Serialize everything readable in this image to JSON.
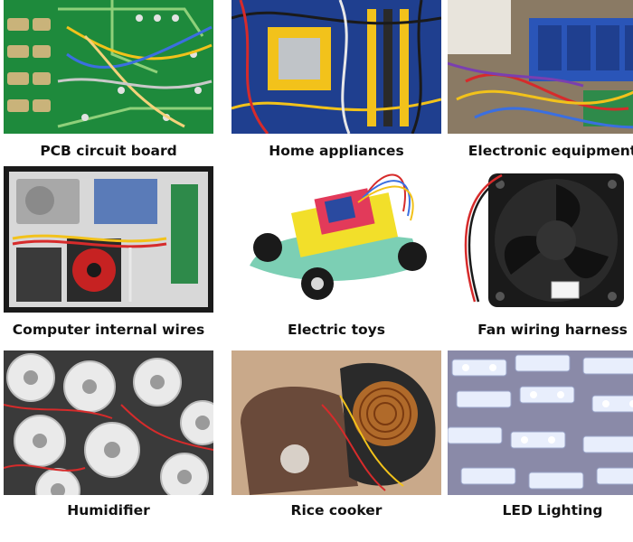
{
  "items": [
    {
      "label": "PCB circuit board"
    },
    {
      "label": "Home appliances"
    },
    {
      "label": "Electronic equipment"
    },
    {
      "label": "Computer internal wires"
    },
    {
      "label": "Electric toys"
    },
    {
      "label": "Fan wiring harness"
    },
    {
      "label": "Humidifier"
    },
    {
      "label": "Rice cooker"
    },
    {
      "label": "LED Lighting"
    }
  ],
  "colors": {
    "pcb_green": "#1e8a3c",
    "motherboard_blue": "#1f3f8f",
    "wire_red": "#d62b2b",
    "wire_yellow": "#f2c21b",
    "fan_black": "#1a1a1a",
    "led_white": "#e8eefc"
  }
}
